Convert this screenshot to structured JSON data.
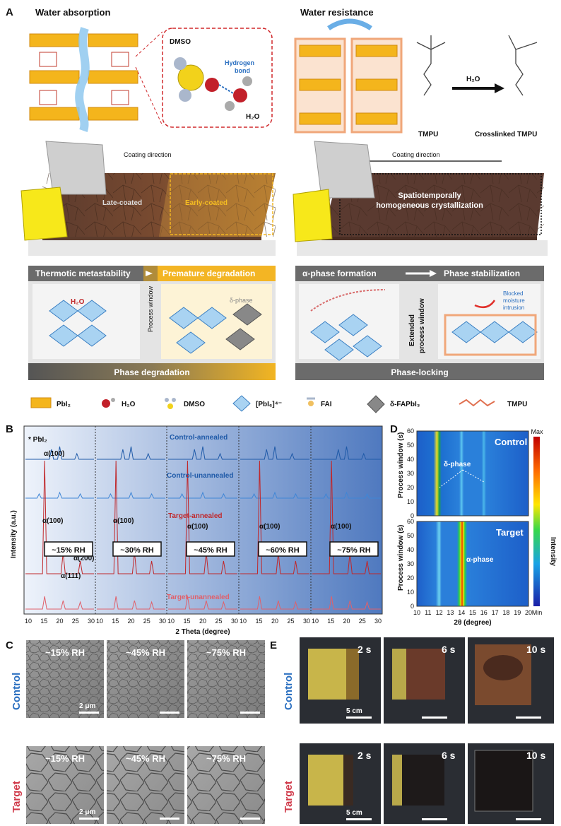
{
  "panelA": {
    "label": "A",
    "left_title": "Water absorption",
    "right_title": "Water resistance",
    "dmso": "DMSO",
    "hbond1": "Hydrogen",
    "hbond2": "bond",
    "h2o": "H₂O",
    "tmpu": "TMPU",
    "crosslinked": "Crosslinked TMPU",
    "h2o_arrow": "H₂O",
    "coating_left": "Coating direction",
    "coating_right": "Coating direction",
    "late": "Late-coated",
    "early": "Early-coated",
    "spatio1": "Spatiotemporally",
    "spatio2": "homogeneous crystallization",
    "box1": "Thermotic metastability",
    "box2": "Premature degradation",
    "box3": "α-phase formation",
    "box4": "Phase stabilization",
    "process_window": "Process window",
    "extended1": "Extended",
    "extended2": "process window",
    "delta_phase": "δ-phase",
    "blocked1": "Blocked",
    "blocked2": "moisture",
    "blocked3": "intrusion",
    "phase_degradation": "Phase degradation",
    "phase_locking": "Phase-locking",
    "legend": [
      "PbI₂",
      "H₂O",
      "DMSO",
      "[PbI₆]⁴⁻",
      "FAI",
      "δ-FAPbI₃",
      "TMPU"
    ]
  },
  "panelB": {
    "label": "B",
    "pbi2": "* PbI₂",
    "alpha100": "α(100)",
    "alpha200": "α(200)",
    "alpha111": "α(111)",
    "control_annealed": "Control-annealed",
    "control_unannealed": "Control-unannealed",
    "target_annealed": "Target-annealed",
    "target_unannealed": "Target-unannealed",
    "rh": [
      "~15% RH",
      "~30% RH",
      "~45% RH",
      "~60% RH",
      "~75% RH"
    ],
    "ylabel": "Intensity (a.u.)",
    "xlabel": "2 Theta (degree)",
    "ticks": [
      "10",
      "15",
      "20",
      "25",
      "30"
    ]
  },
  "panelC": {
    "label": "C",
    "control": "Control",
    "target": "Target",
    "rh": [
      "~15% RH",
      "~45% RH",
      "~75% RH"
    ],
    "scale": "2 μm"
  },
  "panelD": {
    "label": "D",
    "control": "Control",
    "target": "Target",
    "delta": "δ-phase",
    "alpha": "α-phase",
    "ylabel": "Process window (s)",
    "xlabel": "2θ (degree)",
    "cbar_max": "Max",
    "cbar_min": "Min",
    "cbar_label": "Intensity",
    "yticks": [
      "0",
      "10",
      "20",
      "30",
      "40",
      "50",
      "60"
    ],
    "xticks": [
      "10",
      "11",
      "12",
      "13",
      "14",
      "15",
      "16",
      "17",
      "18",
      "19",
      "20"
    ]
  },
  "panelE": {
    "label": "E",
    "control": "Control",
    "target": "Target",
    "times": [
      "2 s",
      "6 s",
      "10 s"
    ],
    "scale": "5 cm"
  }
}
